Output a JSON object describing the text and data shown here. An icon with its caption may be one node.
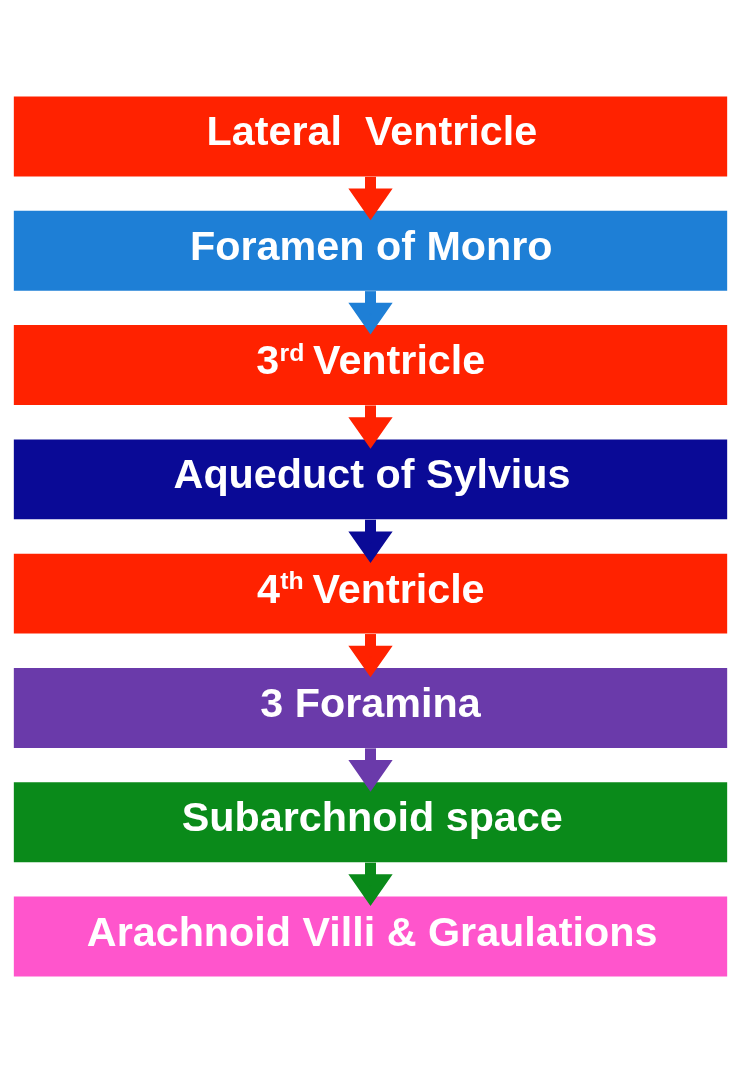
{
  "diagram": {
    "nodes": [
      {
        "text": [
          "Lateral  Ventricle"
        ]
      },
      {
        "text": [
          "Foramen of Monro"
        ]
      },
      {
        "text": [
          "3$^{rd}$ Ventricle"
        ]
      },
      {
        "text": [
          "Aqueduct of Sylvius"
        ]
      },
      {
        "text": [
          "4$^{th}$ Ventricle"
        ]
      },
      {
        "text": [
          "3 Foramina"
        ]
      },
      {
        "text": [
          "Subarchnoid space"
        ]
      },
      {
        "text": [
          "Arachnoid Villi & Graulations"
        ]
      }
    ],
    "edges": [
      {
        "from": 0,
        "to": 1,
        "arrow": "to"
      },
      {
        "from": 1,
        "to": 2,
        "arrow": "to",
        "color": "#1e7fd6"
      },
      {
        "from": 2,
        "to": 3,
        "arrow": "to"
      },
      {
        "from": 3,
        "to": 4,
        "arrow": "to",
        "color": "#0a0a96"
      },
      {
        "from": 4,
        "to": 5,
        "arrow": "to"
      },
      {
        "from": 5,
        "to": 6,
        "arrow": "to",
        "color": "#6a3aaa"
      },
      {
        "from": 6,
        "to": 7,
        "arrow": "to",
        "color": "#0a8a1a"
      }
    ]
  }
}
